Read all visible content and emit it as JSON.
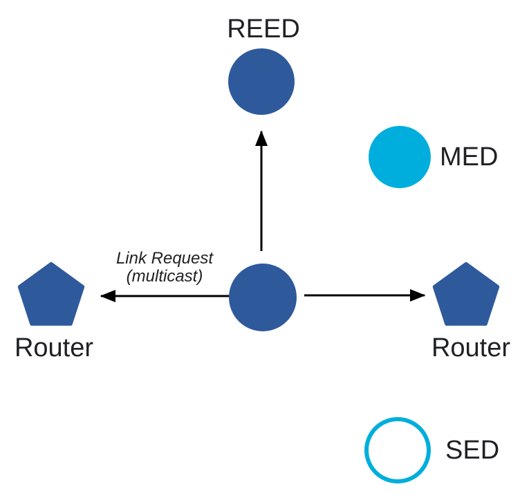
{
  "diagram": {
    "nodes": {
      "reed": {
        "label": "REED",
        "shape": "filled-circle"
      },
      "med": {
        "label": "MED",
        "shape": "filled-circle"
      },
      "sed": {
        "label": "SED",
        "shape": "outlined-circle"
      },
      "router_left": {
        "label": "Router",
        "shape": "pentagon"
      },
      "router_right": {
        "label": "Router",
        "shape": "pentagon"
      },
      "center_device": {
        "label": "",
        "shape": "filled-circle"
      }
    },
    "annotation": {
      "line1": "Link Request",
      "line2": "(multicast)"
    }
  },
  "colors": {
    "node_blue": "#2e5a9c",
    "device_cyan": "#00aedd",
    "arrow_black": "#000000",
    "background": "#ffffff"
  }
}
